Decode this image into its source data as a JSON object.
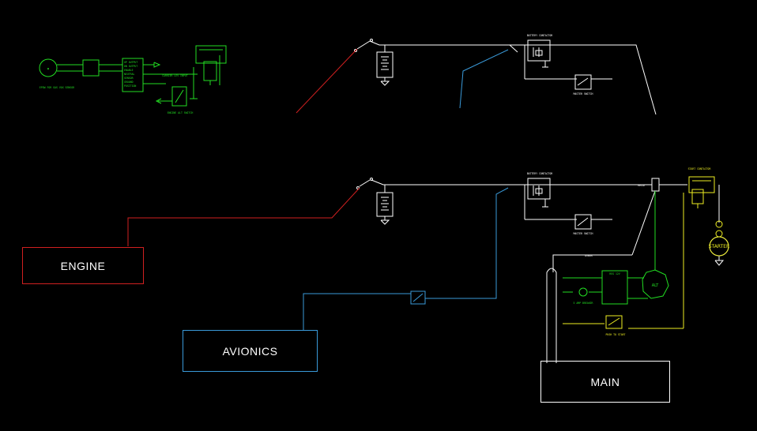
{
  "blocks": {
    "engine": {
      "label": "ENGINE",
      "color": "#d02020"
    },
    "avionics": {
      "label": "AVIONICS",
      "color": "#3a9ad9"
    },
    "main": {
      "label": "MAIN",
      "color": "#ffffff"
    }
  },
  "labels": {
    "master_switch_top": "MASTER SWITCH",
    "master_switch_bottom": "MASTER SWITCH",
    "battery_contactor_top": "BATTERY CONTACTOR",
    "battery_contactor_bottom": "BATTERY CONTACTOR",
    "starter_contactor": "START CONTACTOR",
    "starter": "STARTER",
    "alternator": "ALT",
    "regulator": "REG 12V",
    "relay": "RELAY",
    "bus": "AVBUS",
    "breaker": "5 AMP BREAKER",
    "push_start": "PUSH TO START",
    "sensor_caption": "EPGW FOR GAS VOX SENSOR",
    "gauge_alt_switch": "ENGINE ALT SWITCH",
    "carrier_input": "CARRIER LEV INPUT",
    "module_rows": [
      "UP OUTPUT",
      "DN OUTPUT",
      "ENABLE",
      "NEUTRAL",
      "SENSOR",
      "GROUND",
      "POSITION"
    ]
  },
  "colors": {
    "wire": "#ffffff",
    "green": "#22dd22",
    "yellow": "#eeee22",
    "red": "#d02020",
    "blue": "#3a9ad9"
  }
}
